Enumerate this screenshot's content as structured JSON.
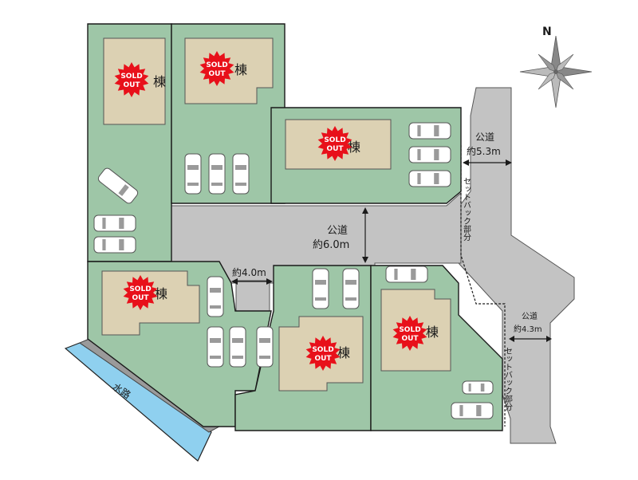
{
  "roads": {
    "main_road": {
      "name": "公道",
      "width": "約6.0m"
    },
    "east_road_upper": {
      "name": "公道",
      "width": "約5.3m"
    },
    "east_road_lower": {
      "name": "公道",
      "width": "約4.3m"
    },
    "driveway_width": "約4.0m",
    "setback_label": "セットバック部分"
  },
  "waterway": "水路",
  "north": "N",
  "lot_suffix": "棟",
  "sold": {
    "line1": "SOLD",
    "line2": "OUT",
    "color": "#e8101a"
  },
  "colors": {
    "lot": "#9ec6a7",
    "road": "#c3c3c3",
    "water": "#8fd0ef",
    "building": "#dcd1b3"
  }
}
